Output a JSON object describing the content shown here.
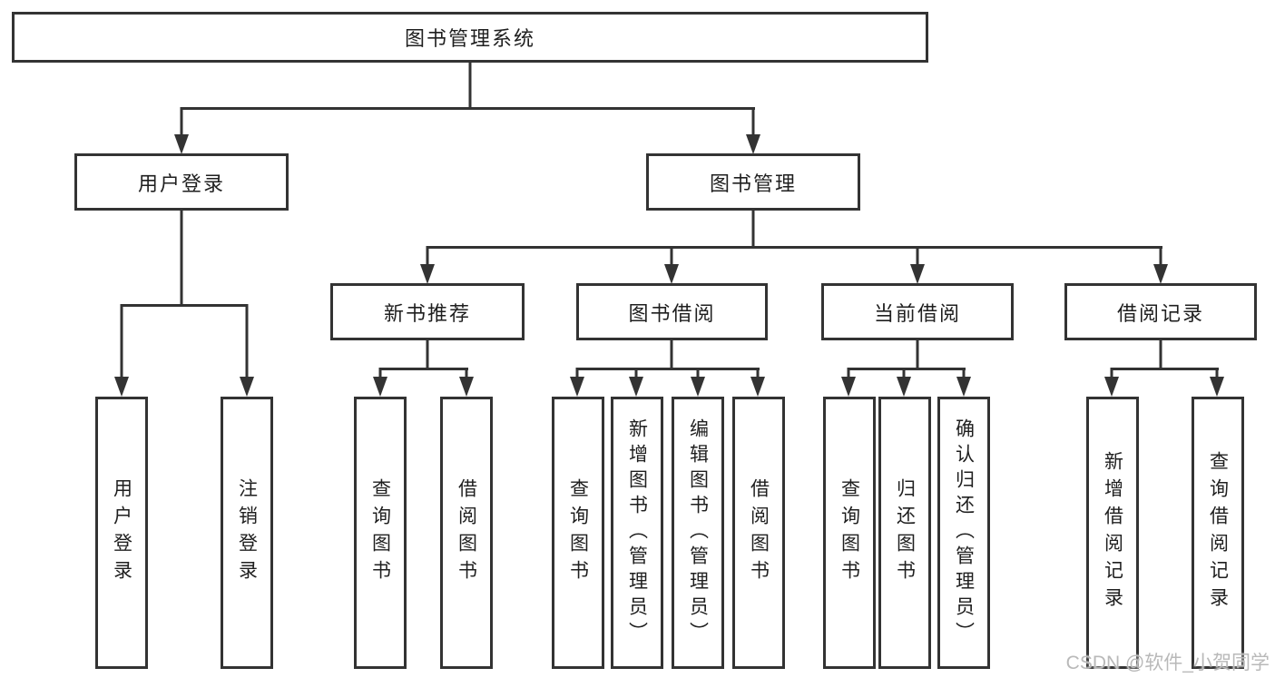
{
  "diagram": {
    "type": "tree",
    "root": {
      "label": "图书管理系统",
      "children": [
        {
          "label": "用户登录",
          "children": [
            {
              "label": "用户登录"
            },
            {
              "label": "注销登录"
            }
          ]
        },
        {
          "label": "图书管理",
          "children": [
            {
              "label": "新书推荐",
              "children": [
                {
                  "label": "查询图书"
                },
                {
                  "label": "借阅图书"
                }
              ]
            },
            {
              "label": "图书借阅",
              "children": [
                {
                  "label": "查询图书"
                },
                {
                  "label": "新增图书（管理员）"
                },
                {
                  "label": "编辑图书（管理员）"
                },
                {
                  "label": "借阅图书"
                }
              ]
            },
            {
              "label": "当前借阅",
              "children": [
                {
                  "label": "查询图书"
                },
                {
                  "label": "归还图书"
                },
                {
                  "label": "确认归还（管理员）"
                }
              ]
            },
            {
              "label": "借阅记录",
              "children": [
                {
                  "label": "新增借阅记录"
                },
                {
                  "label": "查询借阅记录"
                }
              ]
            }
          ]
        }
      ]
    }
  },
  "watermark": {
    "text": "CSDN @软件_小贺同学",
    "color": "#b9b9b9"
  },
  "colors": {
    "line": "#333333",
    "box_border": "#333333",
    "box_fill": "#ffffff",
    "text": "#1f1f1f",
    "background": "#ffffff"
  }
}
